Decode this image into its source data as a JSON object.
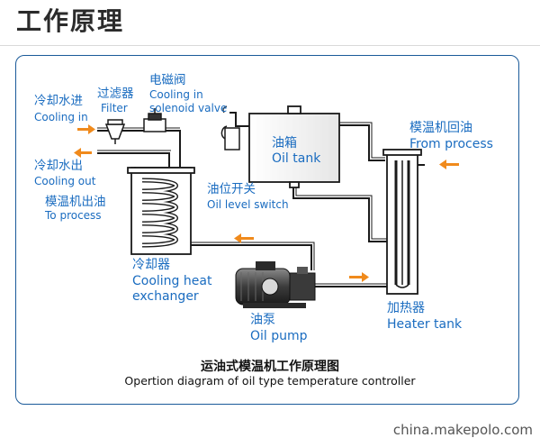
{
  "title": "工作原理",
  "labels": {
    "cooling_in_zh": "冷却水进",
    "cooling_in_en": "Cooling in",
    "filter_zh": "过滤器",
    "filter_en": "Filter",
    "solenoid_zh": "电磁阀",
    "solenoid_en_1": "Cooling in",
    "solenoid_en_2": "solenoid valve",
    "cooling_out_zh": "冷却水出",
    "cooling_out_en": "Cooling out",
    "to_process_zh": "模温机出油",
    "to_process_en": "To process",
    "oil_tank_zh": "油箱",
    "oil_tank_en": "Oil tank",
    "level_switch_zh": "油位开关",
    "level_switch_en": "Oil level switch",
    "from_process_zh": "模温机回油",
    "from_process_en": "From process",
    "exchanger_zh": "冷却器",
    "exchanger_en_1": "Cooling heat",
    "exchanger_en_2": "exchanger",
    "pump_zh": "油泵",
    "pump_en": "Oil pump",
    "heater_zh": "加热器",
    "heater_en": "Heater tank"
  },
  "caption": {
    "zh": "运油式模温机工作原理图",
    "en": "Opertion diagram of oil type temperature controller"
  },
  "footer": "china.makepolo.com",
  "colors": {
    "line": "#1a1a1a",
    "label": "#1a6cc0",
    "arrow": "#f08a1c",
    "frame": "#1a5a99"
  }
}
